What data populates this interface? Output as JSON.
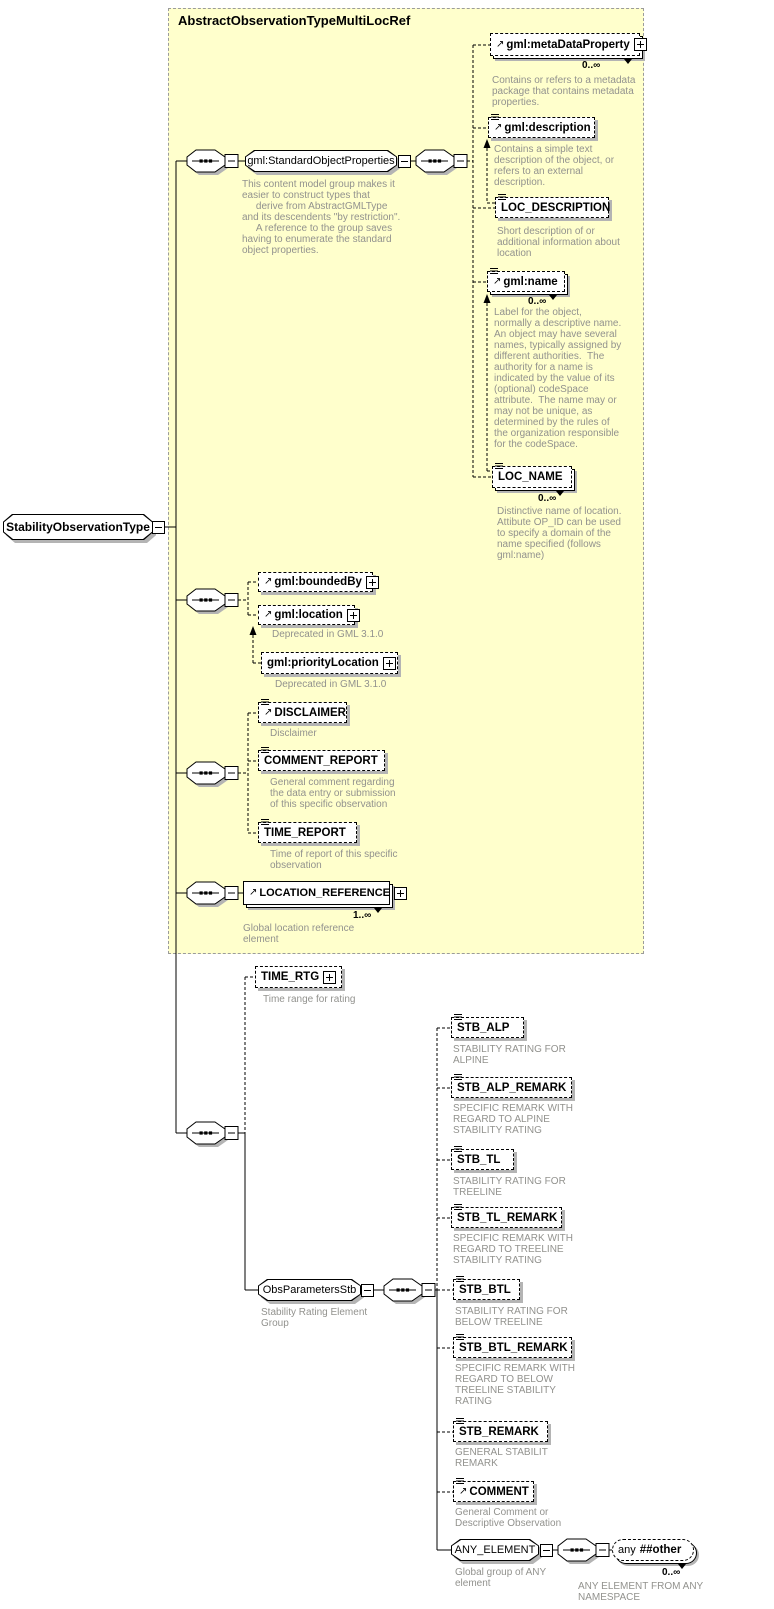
{
  "diagram": {
    "container_title": "AbstractObservationTypeMultiLocRef",
    "root": {
      "label": "StabilityObservationType"
    },
    "icons": {
      "expand": "plus-box",
      "collapse": "minus-box",
      "substitution_arrow": "↗",
      "sequence_connector": "dotted-octagon"
    },
    "nodes": {
      "std_props": {
        "label": "gml:StandardObjectProperties",
        "desc": "This content model group makes it\neasier to construct types that\n     derive from AbstractGMLType\nand its descendents \"by restriction\".\n     A reference to the group saves\nhaving to enumerate the standard\nobject properties."
      },
      "metadata_prop": {
        "label": "gml:metaDataProperty",
        "cardinality": "0..∞",
        "desc": "Contains or refers to a metadata\npackage that contains metadata\nproperties."
      },
      "description": {
        "label": "gml:description",
        "desc": "Contains a simple text\ndescription of the object, or\nrefers to an external\ndescription."
      },
      "loc_description": {
        "label": "LOC_DESCRIPTION",
        "desc": "Short description of or\nadditional information about\nlocation"
      },
      "name": {
        "label": "gml:name",
        "cardinality": "0..∞",
        "desc": "Label for the object,\nnormally a descriptive name.\nAn object may have several\nnames, typically assigned by\ndifferent authorities.  The\nauthority for a name is\nindicated by the value of its\n(optional) codeSpace\nattribute.  The name may or\nmay not be unique, as\ndetermined by the rules of\nthe organization responsible\nfor the codeSpace."
      },
      "loc_name": {
        "label": "LOC_NAME",
        "cardinality": "0..∞",
        "desc": "Distinctive name of location.\nAttibute OP_ID can be used\nto specify a domain of the\nname specified (follows\ngml:name)"
      },
      "bounded_by": {
        "label": "gml:boundedBy"
      },
      "location": {
        "label": "gml:location",
        "desc": "Deprecated in GML 3.1.0"
      },
      "priority_location": {
        "label": "gml:priorityLocation",
        "desc": "Deprecated in GML 3.1.0"
      },
      "disclaimer": {
        "label": "DISCLAIMER",
        "desc": "Disclaimer"
      },
      "comment_report": {
        "label": "COMMENT_REPORT",
        "desc": "General comment regarding\nthe data entry or submission\nof this specific observation"
      },
      "time_report": {
        "label": "TIME_REPORT",
        "desc": "Time of report of this specific\nobservation"
      },
      "location_reference": {
        "label": "LOCATION_REFERENCE",
        "cardinality": "1..∞",
        "desc": "Global location reference\nelement"
      },
      "time_rtg": {
        "label": "TIME_RTG",
        "desc": "Time range for rating"
      },
      "obs_parameters": {
        "label": "ObsParametersStb",
        "desc": "Stability Rating Element\nGroup"
      },
      "stb_alp": {
        "label": "STB_ALP",
        "desc": "STABILITY RATING FOR\nALPINE"
      },
      "stb_alp_remark": {
        "label": "STB_ALP_REMARK",
        "desc": "SPECIFIC REMARK WITH\nREGARD TO ALPINE\nSTABILITY RATING"
      },
      "stb_tl": {
        "label": "STB_TL",
        "desc": "STABILITY RATING FOR\nTREELINE"
      },
      "stb_tl_remark": {
        "label": "STB_TL_REMARK",
        "desc": "SPECIFIC REMARK WITH\nREGARD TO TREELINE\nSTABILITY RATING"
      },
      "stb_btl": {
        "label": "STB_BTL",
        "desc": "STABILITY RATING FOR\nBELOW TREELINE"
      },
      "stb_btl_remark": {
        "label": "STB_BTL_REMARK",
        "desc": "SPECIFIC REMARK WITH\nREGARD TO BELOW\nTREELINE STABILITY\nRATING"
      },
      "stb_remark": {
        "label": "STB_REMARK",
        "desc": "GENERAL STABILIT\nREMARK"
      },
      "comment": {
        "label": "COMMENT",
        "desc": "General Comment or\nDescriptive Observation"
      },
      "any_element": {
        "label": "ANY_ELEMENT",
        "desc": "Global group of ANY\nelement"
      },
      "any_other": {
        "label_prefix": "any",
        "label": "##other",
        "cardinality": "0..∞",
        "desc": "ANY ELEMENT FROM ANY\nNAMESPACE"
      }
    }
  }
}
